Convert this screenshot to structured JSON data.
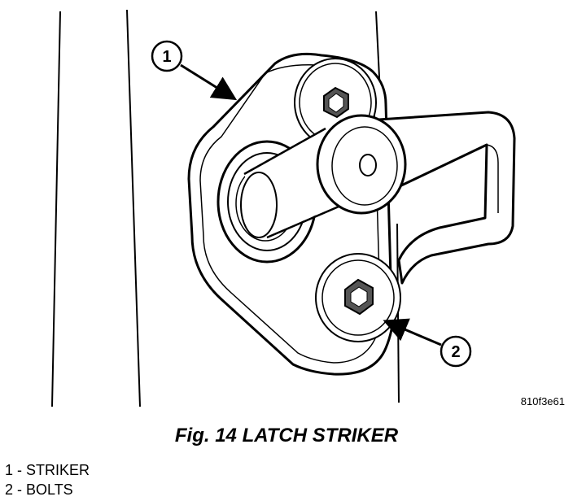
{
  "figure": {
    "code": "810f3e61",
    "caption": "Fig. 14 LATCH STRIKER"
  },
  "callouts": [
    {
      "number": "1"
    },
    {
      "number": "2"
    }
  ],
  "legend": [
    "1 - STRIKER",
    "2 - BOLTS"
  ]
}
